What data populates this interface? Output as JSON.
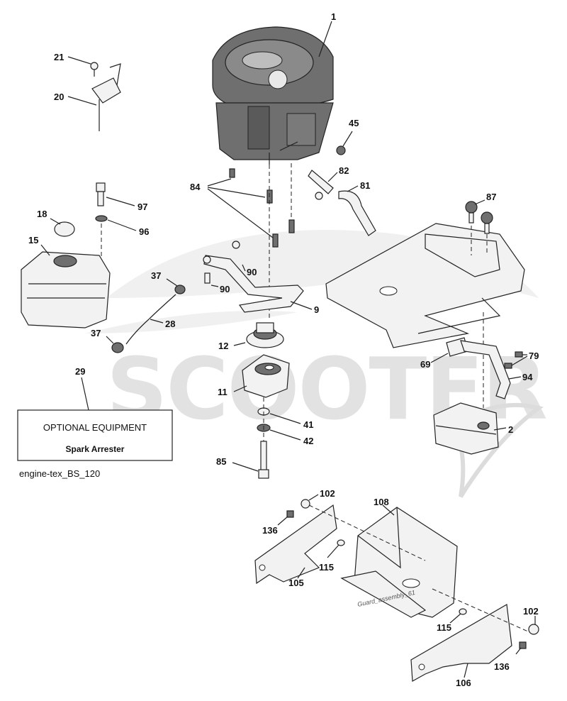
{
  "callouts": {
    "c1": "1",
    "c2": "2",
    "c9": "9",
    "c11": "11",
    "c12": "12",
    "c15": "15",
    "c18": "18",
    "c20": "20",
    "c21": "21",
    "c28": "28",
    "c29": "29",
    "c37a": "37",
    "c37b": "37",
    "c41": "41",
    "c42": "42",
    "c45": "45",
    "c69": "69",
    "c79": "79",
    "c81": "81",
    "c82": "82",
    "c84": "84",
    "c85": "85",
    "c87": "87",
    "c90a": "90",
    "c90b": "90",
    "c94": "94",
    "c96": "96",
    "c97": "97",
    "c102a": "102",
    "c102b": "102",
    "c105": "105",
    "c106": "106",
    "c108": "108",
    "c115a": "115",
    "c115b": "115",
    "c136a": "136",
    "c136b": "136"
  },
  "optional_box": {
    "title": "OPTIONAL EQUIPMENT",
    "subtitle": "Spark Arrester"
  },
  "diagram_caption": "engine-tex_BS_120",
  "guard_caption": "Guard_assembly_61",
  "watermark": "SCOOTER"
}
